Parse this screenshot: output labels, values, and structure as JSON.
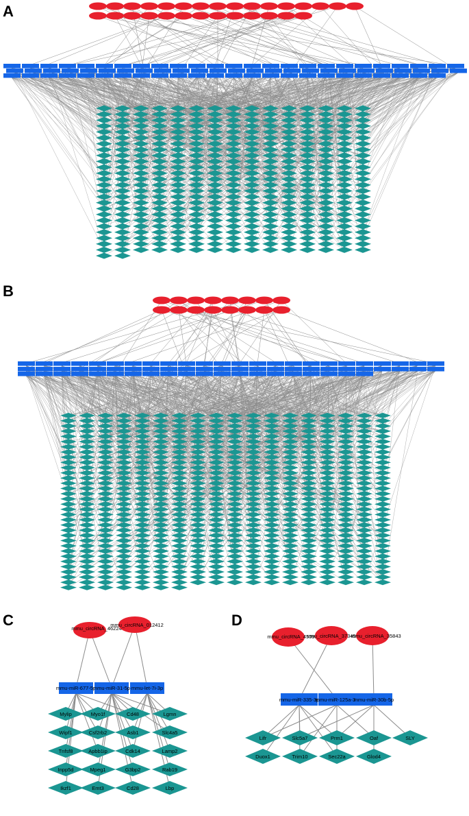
{
  "colors": {
    "circrna": "#e8202d",
    "mirna": "#1566e8",
    "mrna": "#1b9692",
    "edge": "#8a8a8a"
  },
  "panels": {
    "A": {
      "letter": "A"
    },
    "B": {
      "letter": "B"
    },
    "C": {
      "letter": "C",
      "circrnas": [
        "mmu_circRNA_46224",
        "mmu_circRNA_012412"
      ],
      "mirnas": [
        "mmu-miR-677-5p",
        "mmu-miR-31-5p",
        "mmu-let-7i-3p"
      ],
      "mrnas": [
        "Mylip",
        "Myo1f",
        "Cd48",
        "Lgmn",
        "Wipf1",
        "Csf2rb2",
        "Asb1",
        "Slc4a5",
        "Tnfsf8",
        "Apbb1ip",
        "Cdk14",
        "Lamp2",
        "Inpp5d",
        "Mpeg1",
        "G3bp2",
        "Rab19",
        "Ikzf1",
        "Emt3",
        "Cd28",
        "Lbp"
      ]
    },
    "D": {
      "letter": "D",
      "circrnas": [
        "mmu_circRNA_45099",
        "mmu_circRNA_37345",
        "mmu_circRNA_35843"
      ],
      "circ_label_text": [
        "mmu_circRNA_45099",
        "nmu_circRNA_37345",
        "mmu_circRNA_35843"
      ],
      "mirnas": [
        "mmu-miR-335-3p",
        "mmu-miR-125a-3p",
        "mmu-miR-30b-5p"
      ],
      "mrnas": [
        "Lifr",
        "Slc5a7",
        "Prm1",
        "Oaf",
        "SLY",
        "Duox1",
        "Trim10",
        "Sec22a",
        "Glod4"
      ]
    }
  }
}
